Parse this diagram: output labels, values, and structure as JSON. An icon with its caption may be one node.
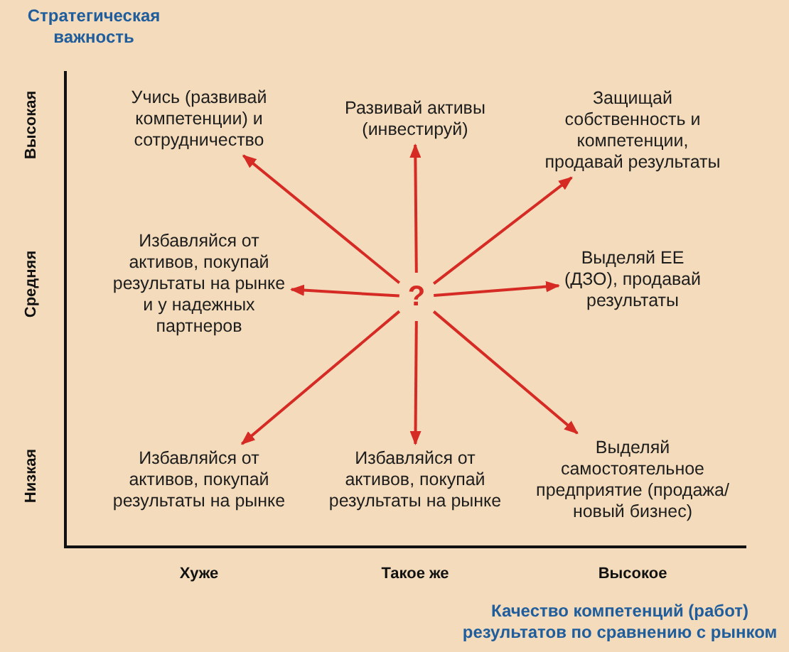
{
  "diagram": {
    "nodes": [
      {
        "text": [
          "Учись (развивай компетенции) и сотрудничество"
        ]
      },
      {
        "text": [
          "Развивай активы (инвестируй)"
        ]
      },
      {
        "text": [
          "Защищай собственность и компетенции, продавай результаты"
        ]
      },
      {
        "text": [
          "Избавляйся от активов, покупай результаты на рынке и у надежных партнеров"
        ]
      },
      {
        "text": [
          "?"
        ]
      },
      {
        "text": [
          "Выделяй ЕЕ (ДЗО), продавай результаты"
        ]
      },
      {
        "text": [
          "Избавляйся от активов, покупай результаты на рынке"
        ]
      },
      {
        "text": [
          "Избавляйся от активов, покупай результаты на рынке"
        ]
      },
      {
        "text": [
          "Выделяй самостоятельное предприятие (продажа/новый бизнес)"
        ]
      }
    ],
    "edges": [
      {
        "from": 4,
        "to": 1,
        "arrow": "to"
      },
      {
        "from": 4,
        "to": 0,
        "arrow": "to"
      },
      {
        "from": 4,
        "to": 2,
        "arrow": "to"
      },
      {
        "from": 4,
        "to": 3,
        "arrow": "to"
      },
      {
        "from": 4,
        "to": 5,
        "arrow": "to"
      },
      {
        "from": 4,
        "to": 6,
        "arrow": "to"
      },
      {
        "from": 4,
        "to": 8,
        "arrow": "to"
      },
      {
        "from": 4,
        "to": 7,
        "arrow": "to"
      }
    ],
    "labels": [
      "Стратегическая важность",
      "Высокая",
      "Средняя",
      "Низкая",
      "Хуже",
      "Такое же",
      "Высокое",
      "Качество компетенций (работ) результатов по сравнению с рынком"
    ]
  }
}
